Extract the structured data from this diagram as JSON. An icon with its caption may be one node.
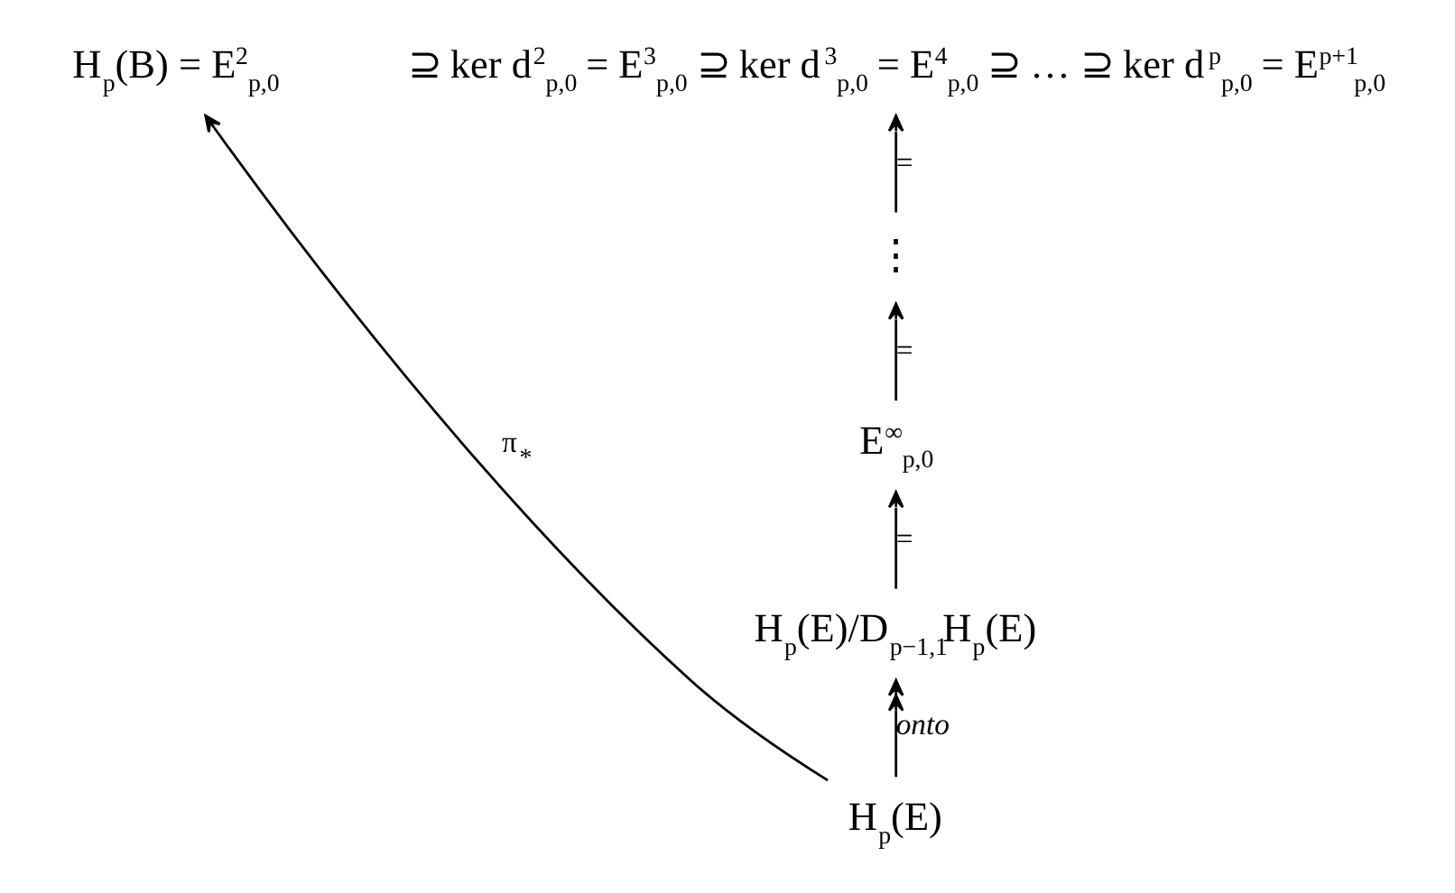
{
  "diagram": {
    "nodes": [
      {
        "text": [
          "H$_{p}$(B) = E$^{2}$$_{p,0}$"
        ]
      },
      {
        "text": [
          "⊇ ker d$^{2}$$_{p,0}$ = E$^{3}$$_{p,0}$ ⊇ ker d$^{3}$$_{p,0}$ = E$^{4}$$_{p,0}$ ⊇ … ⊇ ker d$^{p}$$_{p,0}$ = E$^{p+1}$$_{p,0}$"
        ]
      },
      {
        "text": [
          "⋮"
        ]
      },
      {
        "text": [
          "E$^{∞}$$_{p,0}$"
        ]
      },
      {
        "text": [
          "H$_{p}$(E)/D$_{p−1,1}$H$_{p}$(E)"
        ]
      },
      {
        "text": [
          "H$_{p}$(E)"
        ]
      }
    ],
    "edges": [
      {
        "from": 5,
        "to": 4,
        "arrow": "to",
        "label": "onto"
      },
      {
        "from": 4,
        "to": 3,
        "arrow": "to",
        "label": "="
      },
      {
        "from": 3,
        "to": 2,
        "arrow": "to",
        "label": "="
      },
      {
        "from": 2,
        "to": 1,
        "arrow": "to",
        "label": "="
      },
      {
        "from": 5,
        "to": 0,
        "arrow": "to",
        "label": "π$_{*}$"
      }
    ]
  }
}
